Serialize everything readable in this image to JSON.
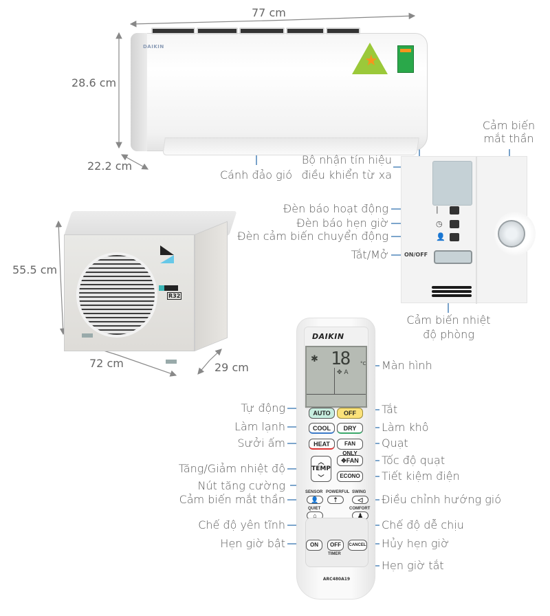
{
  "dimensions": {
    "indoor_width": "77 cm",
    "indoor_height": "28.6 cm",
    "indoor_depth": "22.2 cm",
    "outdoor_height": "55.5 cm",
    "outdoor_width": "72 cm",
    "outdoor_depth": "29 cm"
  },
  "indoor_labels": {
    "flap": "Cánh đảo gió",
    "receiver_line1": "Bộ nhận tín hiệu",
    "receiver_line2": "điều khiển từ xa",
    "eye_sensor_line1": "Cảm biến",
    "eye_sensor_line2": "mắt thần",
    "operation_lamp": "Đèn báo hoạt động",
    "timer_lamp": "Đèn báo hẹn giờ",
    "motion_lamp": "Đèn cảm biến chuyển động",
    "onoff": "Tắt/Mở",
    "room_temp_line1": "Cảm biến nhiệt",
    "room_temp_line2": "độ phòng"
  },
  "indoor_unit": {
    "brand": "DAIKIN",
    "panel_onoff_text": "ON/OFF"
  },
  "outdoor_unit": {
    "refrigerant": "R32"
  },
  "remote": {
    "brand": "DAIKIN",
    "lcd_temp": "18",
    "lcd_unit": "°C",
    "model": "ARC480A19",
    "buttons": {
      "auto": "AUTO",
      "off": "OFF",
      "cool": "COOL",
      "dry": "DRY",
      "heat": "HEAT",
      "fan_only": "FAN ONLY",
      "temp": "TEMP",
      "fan": "✥FAN",
      "econo": "ECONO",
      "sensor": "SENSOR",
      "powerful": "POWERFUL",
      "swing": "SWING",
      "quiet": "QUIET",
      "comfort": "COMFORT",
      "on": "ON",
      "timer_off": "OFF",
      "timer": "TIMER",
      "cancel": "CANCEL"
    }
  },
  "remote_labels": {
    "screen": "Màn hình",
    "auto": "Tự động",
    "off": "Tắt",
    "cool": "Làm lạnh",
    "dry": "Làm khô",
    "heat": "Sưởi ấm",
    "fan_only": "Quạt",
    "fan_speed": "Tốc độ quạt",
    "temp": "Tăng/Giảm nhiệt độ",
    "econo": "Tiết kiệm điện",
    "powerful": "Nút tăng cường",
    "sensor": "Cảm biến mắt thần",
    "swing": "Điều chỉnh hướng gió",
    "quiet": "Chế độ yên tĩnh",
    "comfort": "Chế độ dễ chịu",
    "timer_on": "Hẹn giờ bật",
    "timer_cancel": "Hủy hẹn giờ",
    "timer_off": "Hẹn giờ tắt"
  },
  "colors": {
    "leader_line": "#2f6fae",
    "dimension_line": "#888888",
    "auto_button": "#c8eee0",
    "off_button": "#fbe27a",
    "energy_label_green": "#2aa84a",
    "energy_star_orange": "#f7941d"
  }
}
